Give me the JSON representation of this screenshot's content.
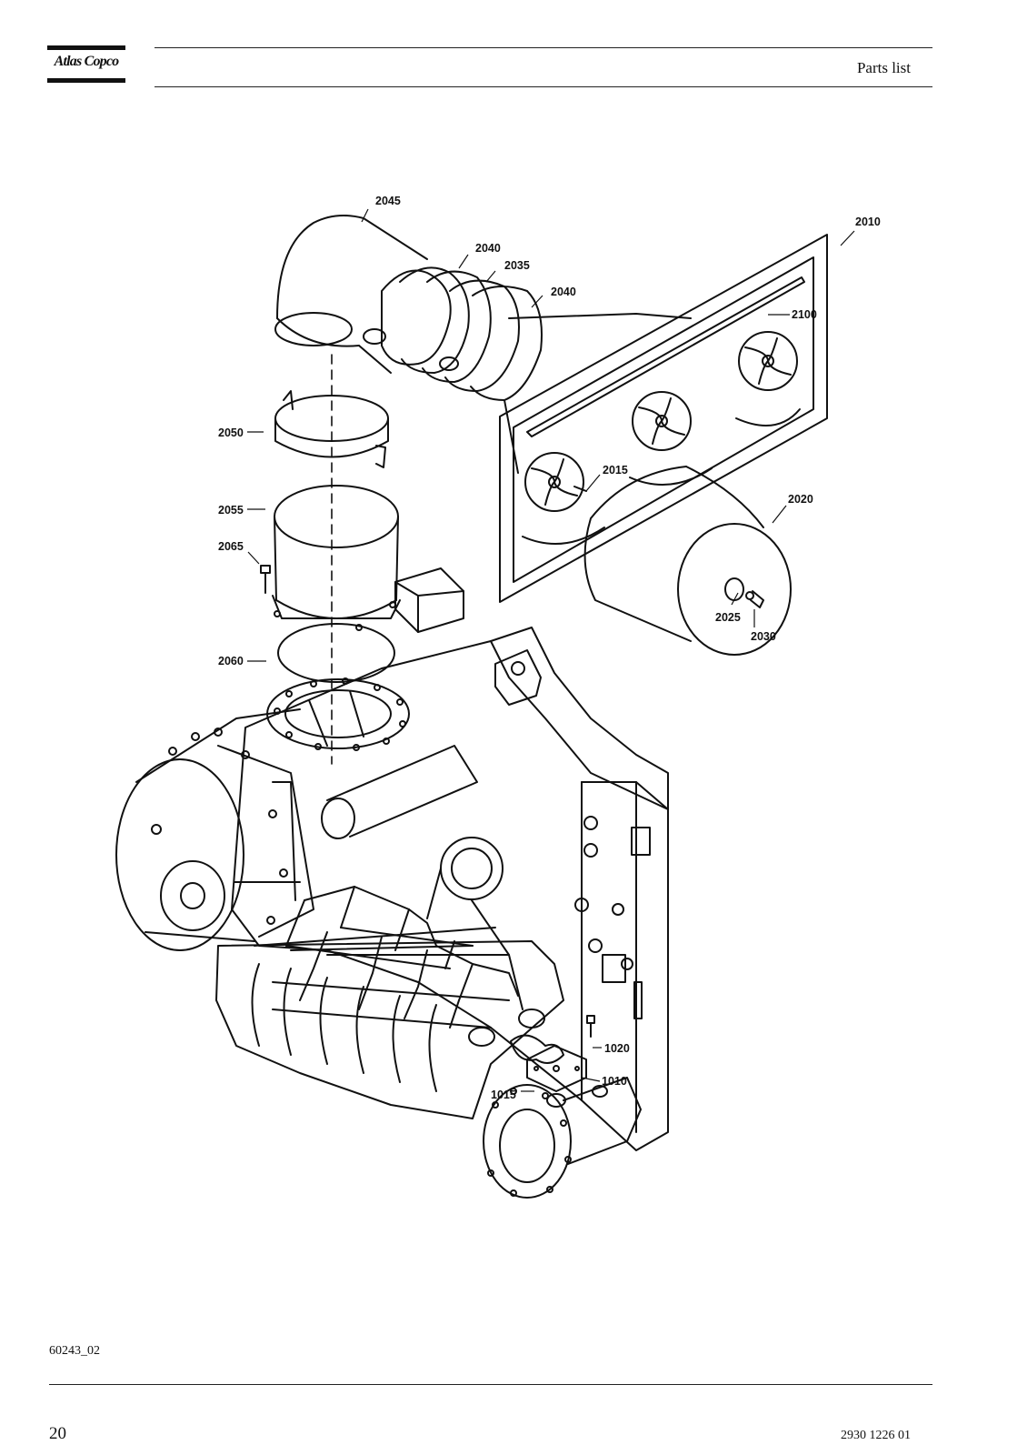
{
  "header": {
    "brand": "Atlas Copco",
    "title": "Parts list"
  },
  "figure": {
    "reference": "60243_02",
    "callouts": {
      "c2045": "2045",
      "c2010": "2010",
      "c2040a": "2040",
      "c2035": "2035",
      "c2040b": "2040",
      "c2100": "2100",
      "c2050": "2050",
      "c2015": "2015",
      "c2020": "2020",
      "c2055": "2055",
      "c2065": "2065",
      "c2025": "2025",
      "c2030": "2030",
      "c2060": "2060",
      "c1020": "1020",
      "c1010": "1010",
      "c1015": "1015"
    }
  },
  "footer": {
    "page_number": "20",
    "doc_number": "2930 1226 01"
  }
}
